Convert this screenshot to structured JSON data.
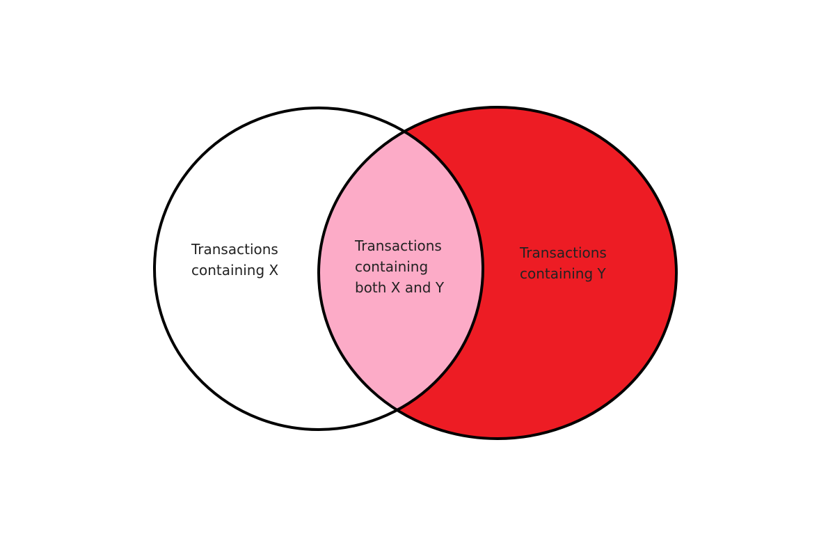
{
  "sets": {
    "x": {
      "label_lines": [
        "Transactions",
        "containing X"
      ],
      "fill": "#ffffff"
    },
    "y": {
      "label_lines": [
        "Transactions",
        "containing Y"
      ],
      "fill": "#ed1c24"
    },
    "intersection": {
      "label_lines": [
        "Transactions",
        "containing",
        "both X and Y"
      ],
      "fill": "#fcabc7"
    }
  },
  "colors": {
    "outline": "#000000",
    "background": "#ffffff"
  }
}
